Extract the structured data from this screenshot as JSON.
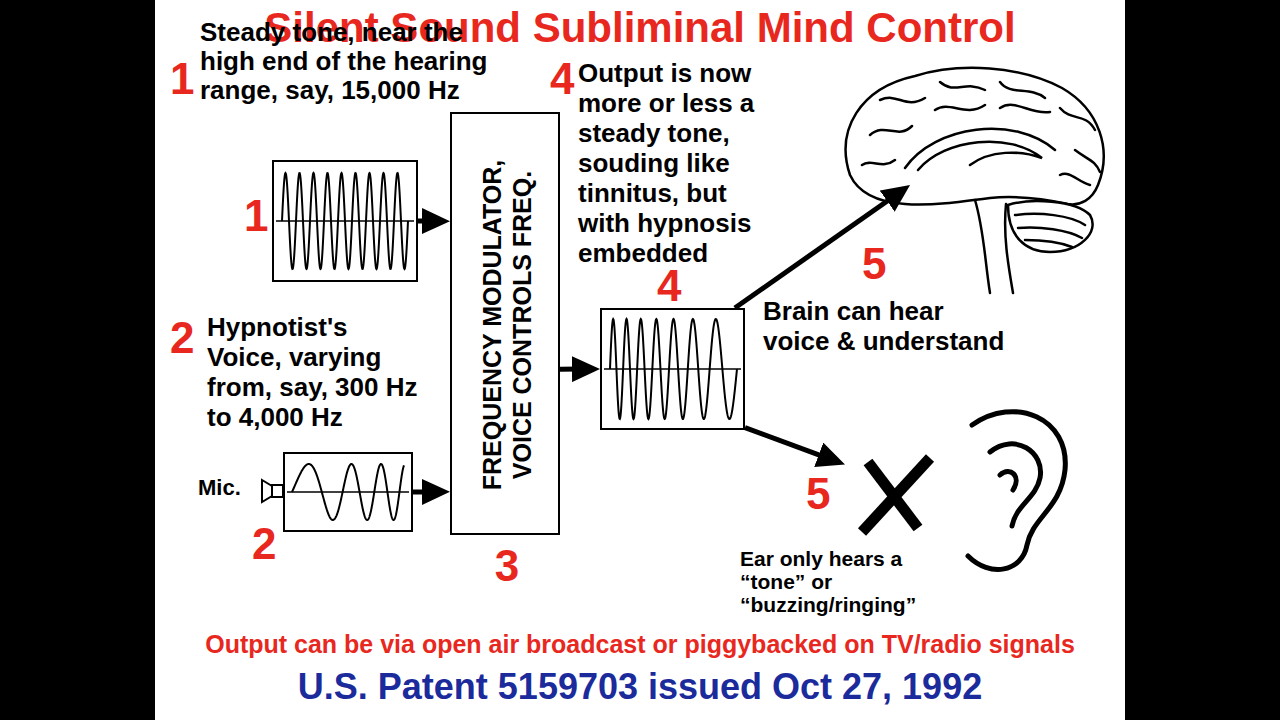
{
  "diagram": {
    "title": "Silent Sound Subliminal Mind Control",
    "caption": "Output can be via open air broadcast or piggybacked on TV/radio signals",
    "nodes": [
      {
        "text": [
          "1"
        ]
      },
      {
        "text": [
          "2"
        ]
      },
      {
        "text": [
          "FREQUENCY MODULATOR, VOICE CONTROLS FREQ.",
          "3"
        ]
      },
      {
        "text": [
          "4"
        ]
      },
      {
        "text": [
          "5",
          "Brain can hear voice & understand"
        ]
      },
      {
        "text": [
          "5",
          "Ear only hears a “tone” or “buzzing/ringing”"
        ]
      }
    ],
    "edges": [
      {
        "from": 0,
        "to": 2,
        "arrow": "to"
      },
      {
        "from": 1,
        "to": 2,
        "arrow": "to"
      },
      {
        "from": 2,
        "to": 3,
        "arrow": "to"
      },
      {
        "from": 3,
        "to": 4,
        "arrow": "to"
      },
      {
        "from": 3,
        "to": 5,
        "arrow": "to"
      }
    ],
    "labels": [
      "1",
      "Steady tone, near the high end of the hearing range, say, 15,000 Hz",
      "2",
      "Hypnotist's Voice, varying from, say, 300 Hz to 4,000 Hz",
      "Mic.",
      "4",
      "Output is now more or less a steady tone, souding like tinnitus, but with hypnosis embedded",
      "U.S. Patent 5159703 issued Oct 27, 1992"
    ]
  }
}
